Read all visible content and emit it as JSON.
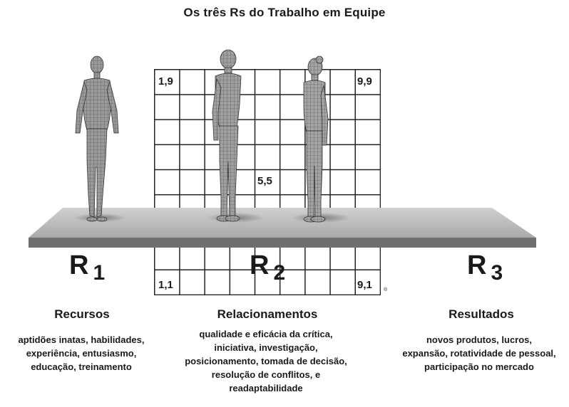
{
  "title": "Os três Rs do Trabalho em Equipe",
  "grid_labels": {
    "top_left": "1,9",
    "top_right": "9,9",
    "center": "5,5",
    "bottom_left": "1,1",
    "bottom_right": "9,1",
    "registered_mark": "®"
  },
  "r_labels": [
    {
      "letter": "R",
      "sub": "1"
    },
    {
      "letter": "R",
      "sub": "2"
    },
    {
      "letter": "R",
      "sub": "3"
    }
  ],
  "columns": [
    {
      "title": "Recursos",
      "lines": [
        "aptidões inatas, habilidades,",
        "experiência, entusiasmo,",
        "educação, treinamento"
      ]
    },
    {
      "title": "Relacionamentos",
      "lines": [
        "qualidade e eficácia da crítica,",
        "iniciativa, investigação,",
        "posicionamento, tomada de decisão,",
        "resolução de conflitos, e",
        "readaptabilidade"
      ]
    },
    {
      "title": "Resultados",
      "lines": [
        "novos produtos, lucros,",
        "expansão, rotatividade de pessoal,",
        "participação no mercado"
      ]
    }
  ],
  "colors": {
    "platform_top": "#b9b9b9",
    "platform_front": "#6f6f6f",
    "grid_lines": "#222222",
    "figure_fill": "#9a9a9a"
  }
}
